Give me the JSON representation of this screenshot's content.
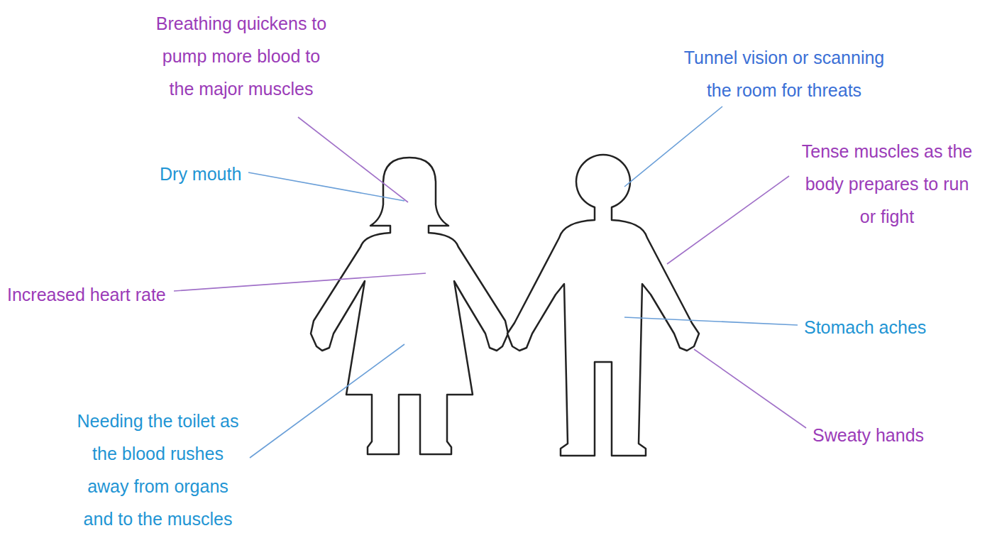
{
  "diagram": {
    "labels": [
      "Breathing quickens to pump more blood to the major muscles",
      "Dry mouth",
      "Increased heart rate",
      "Needing the toilet as the blood rushes away from organs and to the muscles",
      "Tunnel vision or scanning the room for threats",
      "Tense muscles as the body prepares to run or fight",
      "Stomach aches",
      "Sweaty hands"
    ]
  }
}
